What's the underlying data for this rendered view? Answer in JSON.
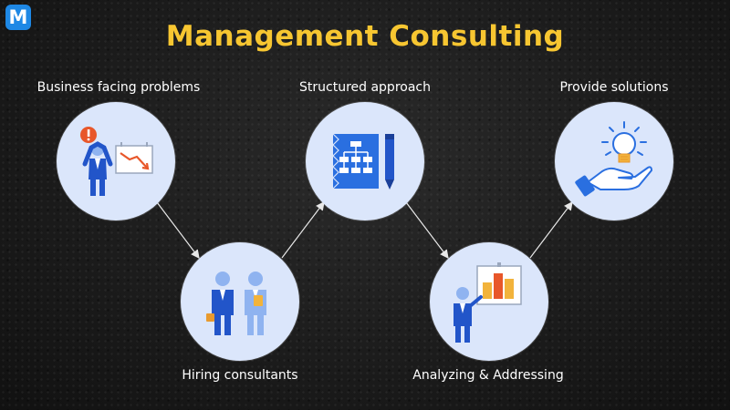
{
  "logo": {
    "letter": "M",
    "color": "#1e88e5"
  },
  "title": "Management Consulting",
  "title_color": "#f7c631",
  "steps": [
    {
      "label": "Business facing problems",
      "icon": "stressed-businessman-with-falling-chart-icon"
    },
    {
      "label": "Hiring consultants",
      "icon": "two-consultants-with-briefcases-icon"
    },
    {
      "label": "Structured approach",
      "icon": "flowchart-document-with-pencil-icon"
    },
    {
      "label": "Analyzing & Addressing",
      "icon": "presenter-with-bar-chart-board-icon"
    },
    {
      "label": "Provide solutions",
      "icon": "hand-holding-lightbulb-icon"
    }
  ]
}
